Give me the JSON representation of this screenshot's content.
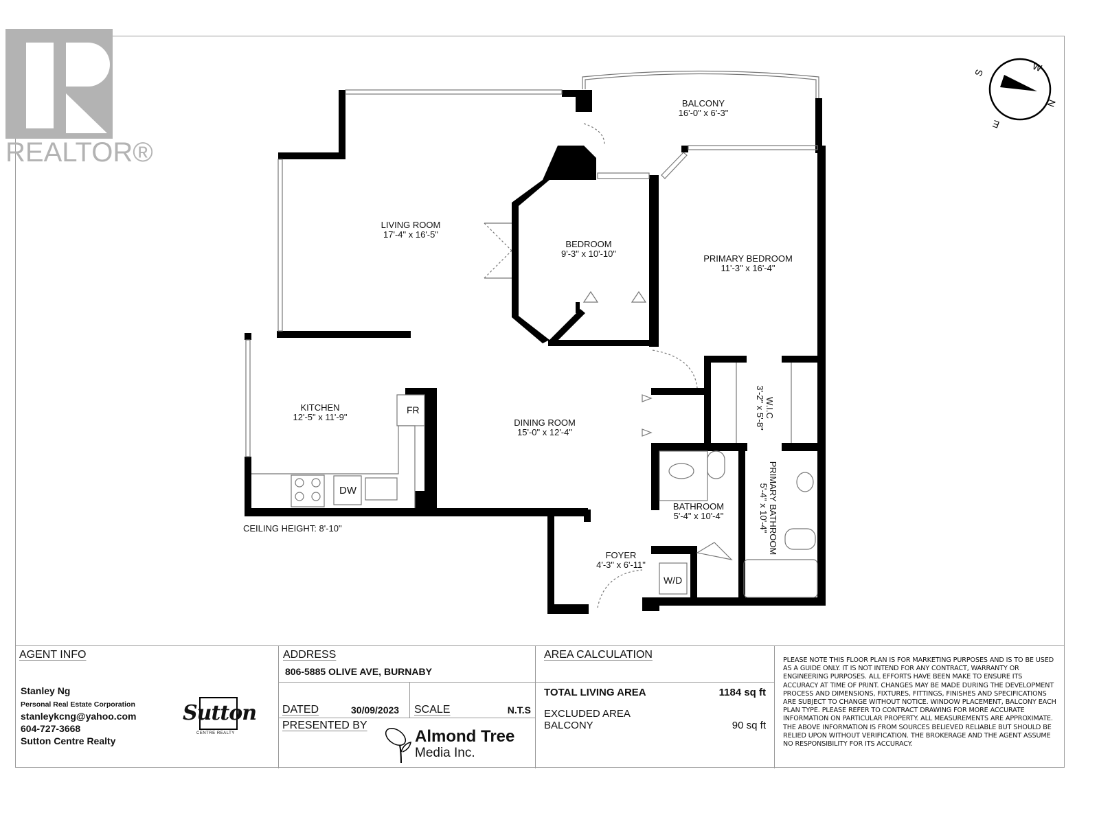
{
  "branding": {
    "realtor_logo_text": "REALTOR®",
    "realtor_color": "#b3b3b3"
  },
  "compass": {
    "labels": [
      "W",
      "N",
      "E",
      "S"
    ]
  },
  "rooms": [
    {
      "name": "LIVING ROOM",
      "size": "17'-4\" x 16'-5\""
    },
    {
      "name": "BEDROOM",
      "size": "9'-3\" x 10'-10\""
    },
    {
      "name": "BALCONY",
      "size": "16'-0\" x 6'-3\""
    },
    {
      "name": "PRIMARY BEDROOM",
      "size": "11'-3\" x 16'-4\""
    },
    {
      "name": "KITCHEN",
      "size": "12'-5\" x 11'-9\""
    },
    {
      "name": "DINING ROOM",
      "size": "15'-0\" x 12'-4\""
    },
    {
      "name": "W.I.C",
      "size": "3'-2\" x 5'-8\""
    },
    {
      "name": "BATHROOM",
      "size": "5'-4\" x 10'-4\""
    },
    {
      "name": "PRIMARY BATHROOM",
      "size": "5'-4\" x 10'-4\""
    },
    {
      "name": "FOYER",
      "size": "4'-3\" x 6'-11\""
    }
  ],
  "fixtures": {
    "fridge": "FR",
    "dishwasher": "DW",
    "washer_dryer": "W/D"
  },
  "ceiling_height": "CEILING HEIGHT: 8'-10\"",
  "footer": {
    "agent_info": {
      "heading": "AGENT INFO",
      "name": "Stanley Ng",
      "title": "Personal Real Estate Corporation",
      "email": "stanleykcng@yahoo.com",
      "phone": "604-727-3668",
      "brokerage": "Sutton Centre Realty",
      "logo_text": "Sutton",
      "logo_sub": "CENTRE REALTY"
    },
    "address": {
      "heading": "ADDRESS",
      "value": "806-5885 OLIVE AVE, BURNABY"
    },
    "dated": {
      "label": "DATED",
      "value": "30/09/2023"
    },
    "scale": {
      "label": "SCALE",
      "value": "N.T.S"
    },
    "presented_by": {
      "label": "PRESENTED BY",
      "company_line1": "Almond Tree",
      "company_line2": "Media Inc."
    },
    "area": {
      "heading": "AREA CALCULATION",
      "total_label": "TOTAL LIVING AREA",
      "total_value": "1184 sq ft",
      "excluded_label": "EXCLUDED AREA",
      "balcony_label": "BALCONY",
      "balcony_value": "90 sq ft"
    },
    "disclaimer": "PLEASE NOTE THIS FLOOR PLAN IS FOR MARKETING PURPOSES AND IS TO BE USED AS A GUIDE ONLY. IT IS NOT INTEND FOR ANY CONTRACT, WARRANTY OR ENGINEERING PURPOSES. ALL EFFORTS HAVE BEEN MAKE TO ENSURE ITS ACCURACY AT TIME OF PRINT. CHANGES MAY BE MADE DURING THE DEVELOPMENT PROCESS AND DIMENSIONS, FIXTURES, FITTINGS, FINISHES AND SPECIFICATIONS ARE SUBJECT TO CHANGE WITHOUT NOTICE. WINDOW PLACEMENT, BALCONY EACH PLAN TYPE. PLEASE REFER TO CONTRACT DRAWING FOR MORE ACCURATE INFORMATION ON PARTICULAR PROPERTY. ALL MEASUREMENTS ARE APPROXIMATE. THE ABOVE INFORMATION IS FROM SOURCES BELIEVED RELIABLE BUT SHOULD BE RELIED UPON WITHOUT VERIFICATION. THE BROKERAGE AND THE AGENT ASSUME NO RESPONSIBILITY FOR ITS ACCURACY."
  }
}
